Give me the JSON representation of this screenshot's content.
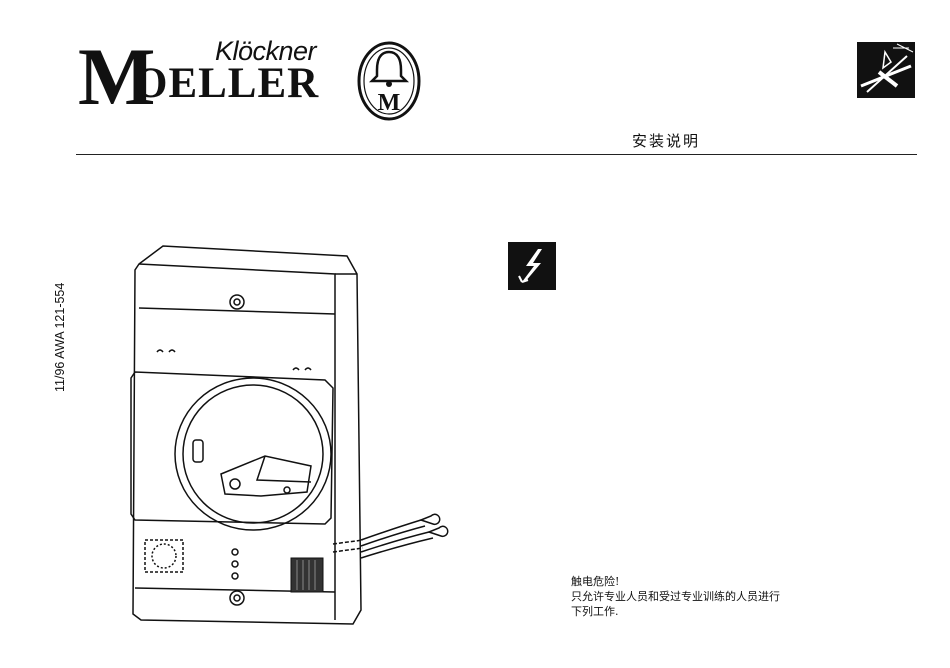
{
  "logo": {
    "brand_script": "Klöckner",
    "brand_initial": "M",
    "brand_rest": "OELLER",
    "emblem_letter": "M"
  },
  "header": {
    "title": "安装说明"
  },
  "side_label": "11/96 AWA 121-554",
  "warning": {
    "line1": "触电危险!",
    "line2": "只允许专业人员和受过专业训练的人员进行",
    "line3": "下列工作."
  },
  "icons": {
    "corner": "cable-junction-icon",
    "warning": "lightning-bolt-icon",
    "emblem": "bell-emblem-icon"
  },
  "colors": {
    "ink": "#111111",
    "paper": "#ffffff"
  }
}
